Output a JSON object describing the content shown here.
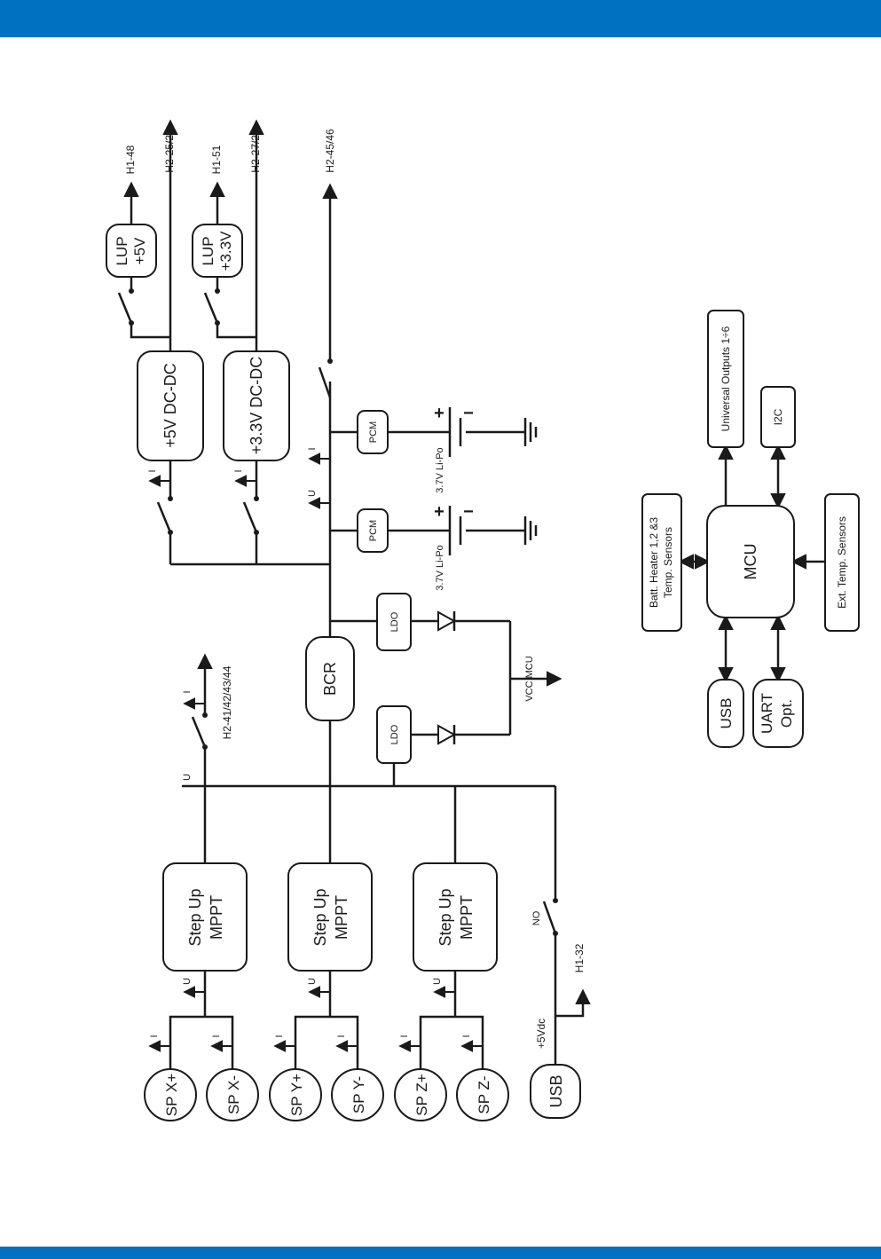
{
  "header_color": "#0070c0",
  "footer_color": "#0070c0",
  "diagram": {
    "solar_panels": [
      "SP X+",
      "SP X-",
      "SP Y+",
      "SP Y-",
      "SP Z+",
      "SP Z-"
    ],
    "usb_in": "USB",
    "usb_voltage": "+5Vdc",
    "usb_out": "H1-32",
    "switch_no": "NO",
    "mppt_line1": "Step Up",
    "mppt_line2": "MPPT",
    "current_label": "I",
    "voltage_label": "U",
    "unreg_out": "H2-41/42/43/44",
    "bcr": "BCR",
    "ldo": "LDO",
    "vcc_mcu": "VCC MCU",
    "pcm": "PCM",
    "battery": "3.7V Li-Po",
    "plus": "+",
    "minus": "−",
    "dcdc5": "+5V DC-DC",
    "dcdc33": "+3.3V DC-DC",
    "lup_label": "LUP",
    "lup5_v": "+5V",
    "lup33_v": "+3.3V",
    "out_h1_48": "H1-48",
    "out_h2_25_26": "H2-25/26",
    "out_h1_51": "H1-51",
    "out_h2_27_28": "H2-27/28",
    "out_h2_45_46": "H2-45/46",
    "mcu": "MCU",
    "mcu_usb": "USB",
    "uart_line1": "UART",
    "uart_line2": "Opt.",
    "batt_heater_line1": "Batt. Heater 1,2 &3",
    "batt_heater_line2": "Temp. Sensors",
    "ext_temp": "Ext. Temp. Sensors",
    "universal_outputs": "Universal Outputs 1÷6",
    "i2c": "I2C"
  }
}
